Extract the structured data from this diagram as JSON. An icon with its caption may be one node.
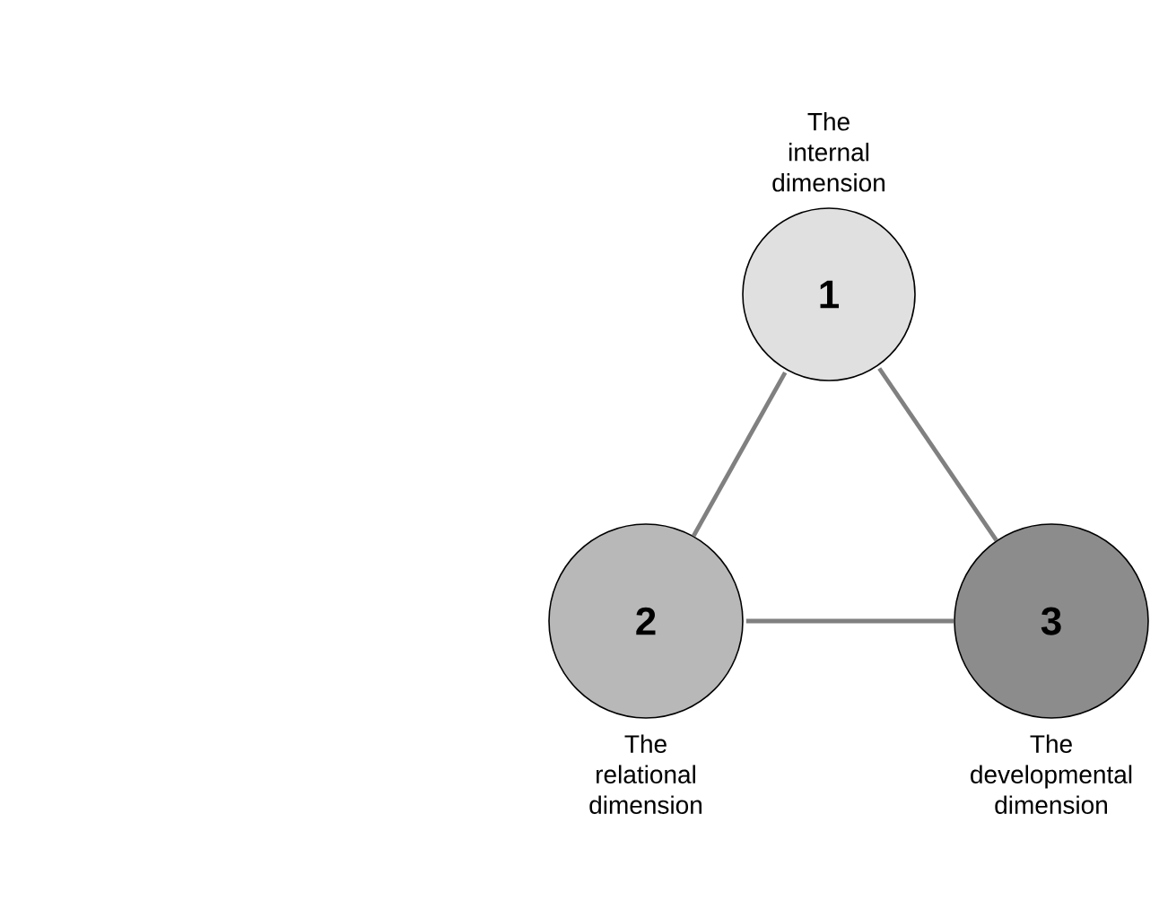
{
  "diagram": {
    "nodes": [
      {
        "text": [
          "1"
        ],
        "beside": [
          "The internal dimension"
        ]
      },
      {
        "text": [
          "2"
        ],
        "beside": [
          "The relational dimension"
        ]
      },
      {
        "text": [
          "3"
        ],
        "beside": [
          "The developmental dimension"
        ]
      }
    ],
    "edges": [
      {
        "from": 0,
        "to": 1,
        "arrow": "none"
      },
      {
        "from": 0,
        "to": 2,
        "arrow": "none"
      },
      {
        "from": 1,
        "to": 2,
        "arrow": "none"
      }
    ]
  }
}
